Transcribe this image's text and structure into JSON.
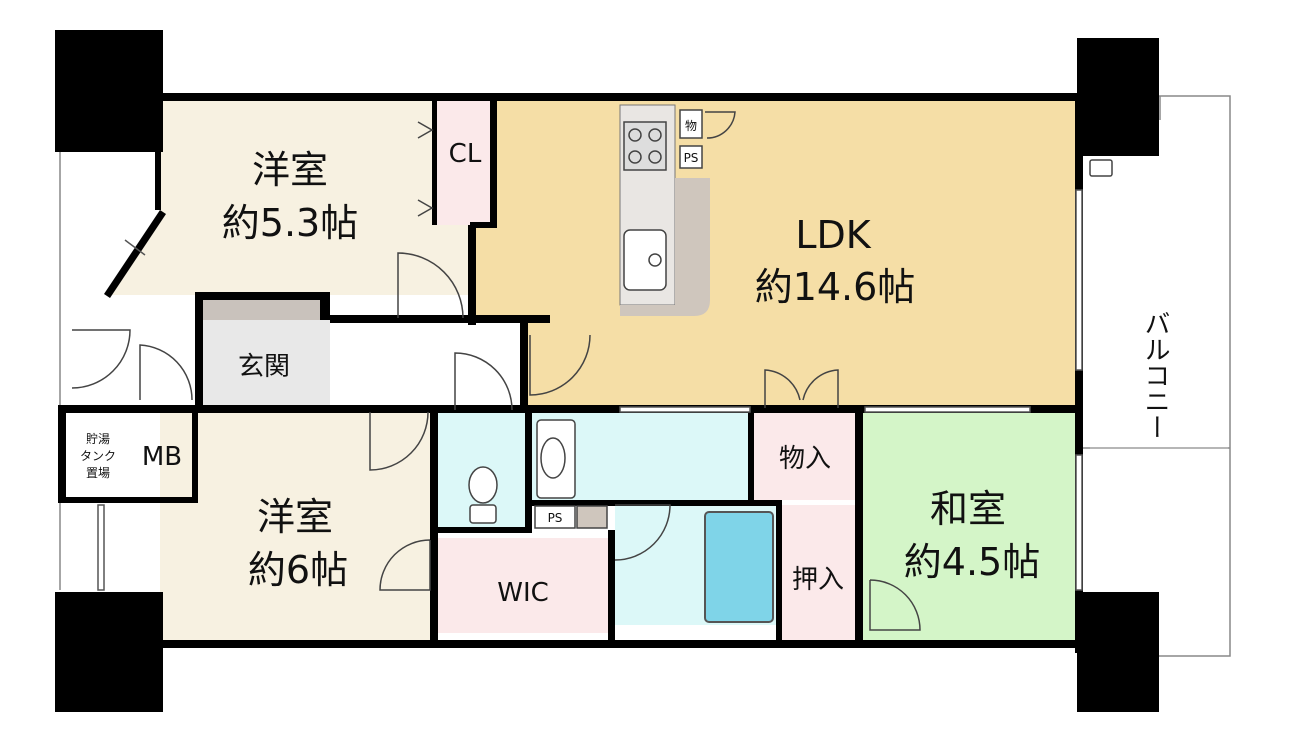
{
  "rooms": {
    "western_room_1": {
      "name": "洋室",
      "size": "約5.3帖"
    },
    "ldk": {
      "name": "LDK",
      "size": "約14.6帖"
    },
    "western_room_2": {
      "name": "洋室",
      "size": "約6帖"
    },
    "japanese_room": {
      "name": "和室",
      "size": "約4.5帖"
    }
  },
  "labels": {
    "closet": "CL",
    "entrance": "玄関",
    "meter_box": "MB",
    "water_tank_line1": "貯湯",
    "water_tank_line2": "タンク",
    "water_tank_line3": "置場",
    "walk_in_closet": "WIC",
    "storage": "物入",
    "closet_oshiire": "押入",
    "pipe_space_1": "PS",
    "pipe_space_2": "PS",
    "small_storage": "物",
    "balcony": "バルコニー"
  },
  "colors": {
    "western": "#f7f1e1",
    "ldk": "#f5dea6",
    "japanese": "#d4f5c8",
    "wet_area": "#dcf8f8",
    "storage": "#fbe9ea",
    "entrance_tile": "#e8e8e8",
    "wall": "#000000",
    "counter": "#cfc6bd"
  }
}
